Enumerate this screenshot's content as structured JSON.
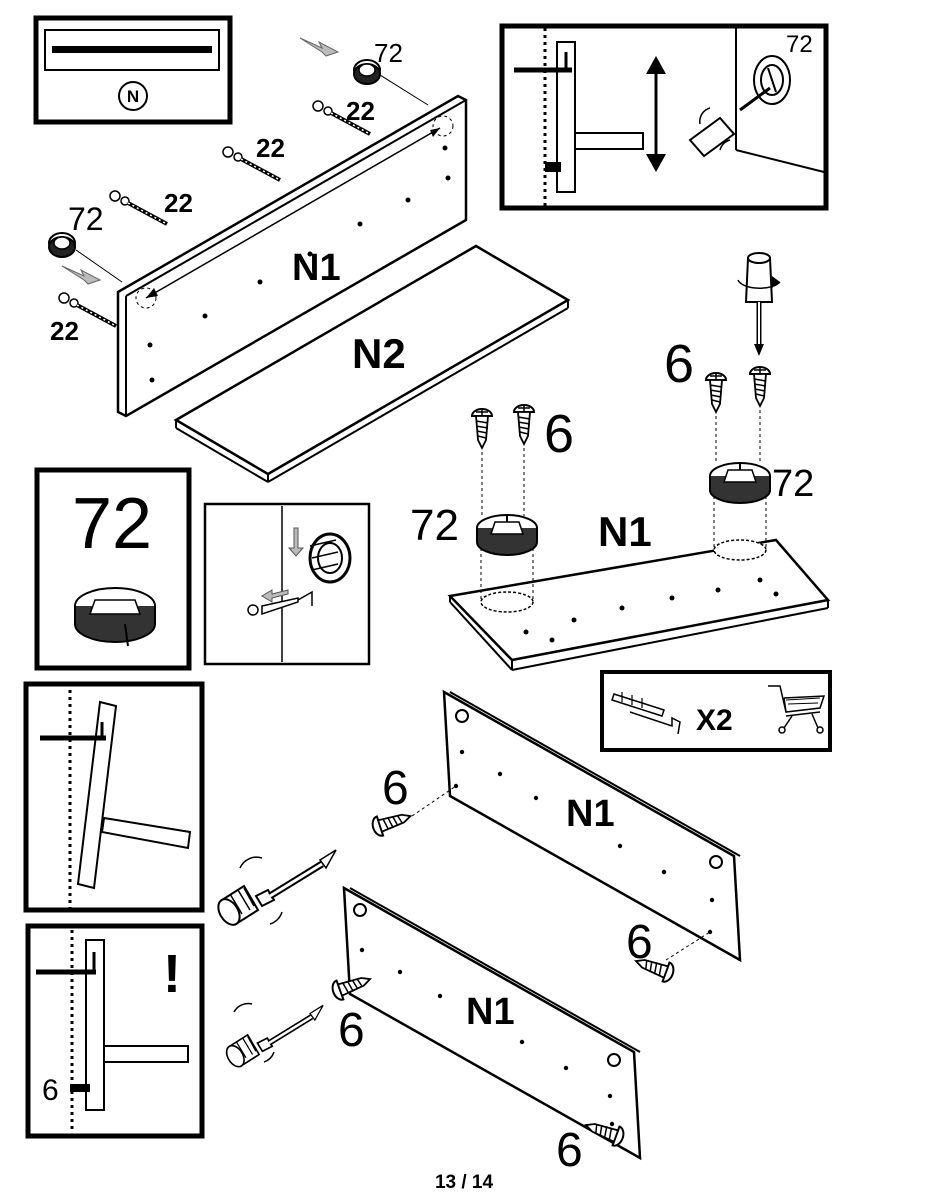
{
  "legend": {
    "panel_letter": "N"
  },
  "top_assembly": {
    "panel_back": "N1",
    "panel_shelf": "N2",
    "cam_count_a": "72",
    "cam_count_b": "72",
    "screw_count_1": "22",
    "screw_count_2": "22",
    "screw_count_3": "22",
    "screw_count_4": "22"
  },
  "detail_top_right": {
    "cam_count": "72"
  },
  "cam_detail": {
    "count": "72"
  },
  "middle_assembly": {
    "panel": "N1",
    "screw_count_left": "6",
    "screw_count_right": "6",
    "cam_count_left": "72",
    "cam_count_right": "72"
  },
  "wall_kit": {
    "multiplier": "X2"
  },
  "bottom_assembly": {
    "panel_upper": "N1",
    "panel_lower": "N1",
    "screw_count_1": "6",
    "screw_count_2": "6",
    "screw_count_3": "6",
    "screw_count_4": "6"
  },
  "warning_detail": {
    "mark": "!",
    "screw_count": "6"
  },
  "footer": {
    "page": "13 / 14"
  }
}
